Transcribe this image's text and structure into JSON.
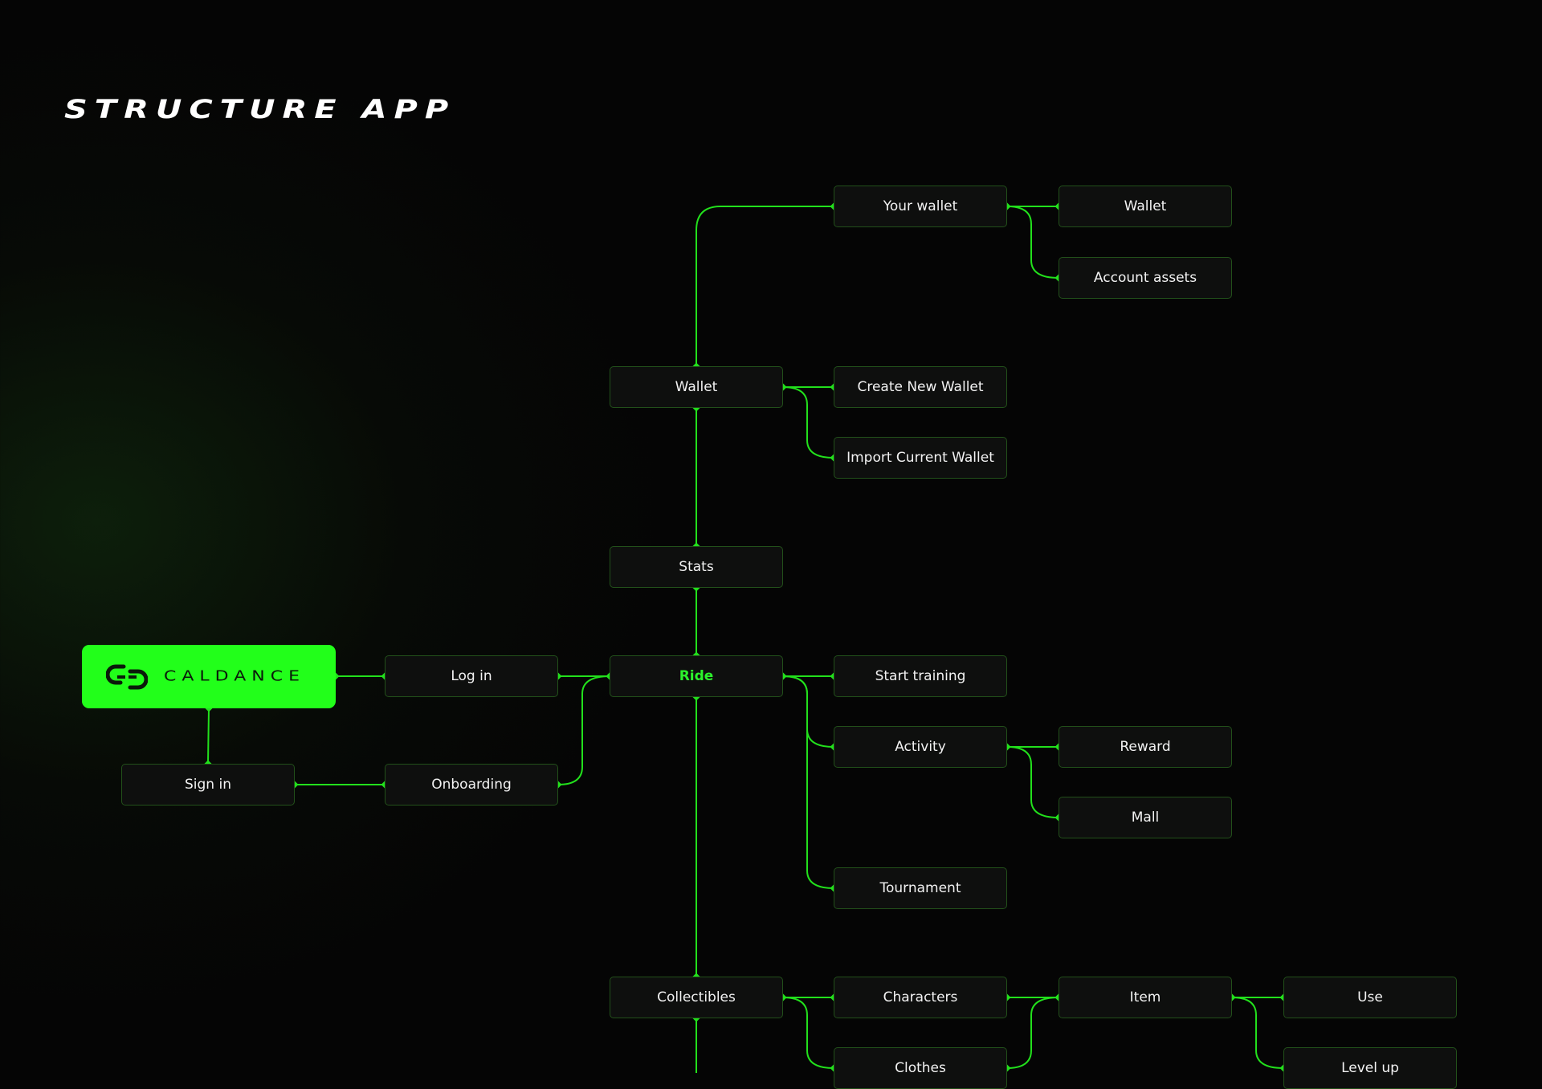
{
  "title": "STRUCTURE APP",
  "logo": {
    "text": "CALDANCE"
  },
  "colors": {
    "accent": "#22ff1a",
    "wire": "#22e01c",
    "border": "#22501a"
  },
  "nodes": {
    "your_wallet": "Your wallet",
    "wallet_sub": "Wallet",
    "account_assets": "Account assets",
    "wallet": "Wallet",
    "create_wallet": "Create New Wallet",
    "import_wallet": "Import Current Wallet",
    "stats": "Stats",
    "ride": "Ride",
    "start_training": "Start training",
    "activity": "Activity",
    "reward": "Reward",
    "mall": "Mall",
    "tournament": "Tournament",
    "collectibles": "Collectibles",
    "characters": "Characters",
    "item": "Item",
    "use": "Use",
    "clothes": "Clothes",
    "level_up": "Level up",
    "log_in": "Log in",
    "sign_in": "Sign in",
    "onboarding": "Onboarding"
  }
}
